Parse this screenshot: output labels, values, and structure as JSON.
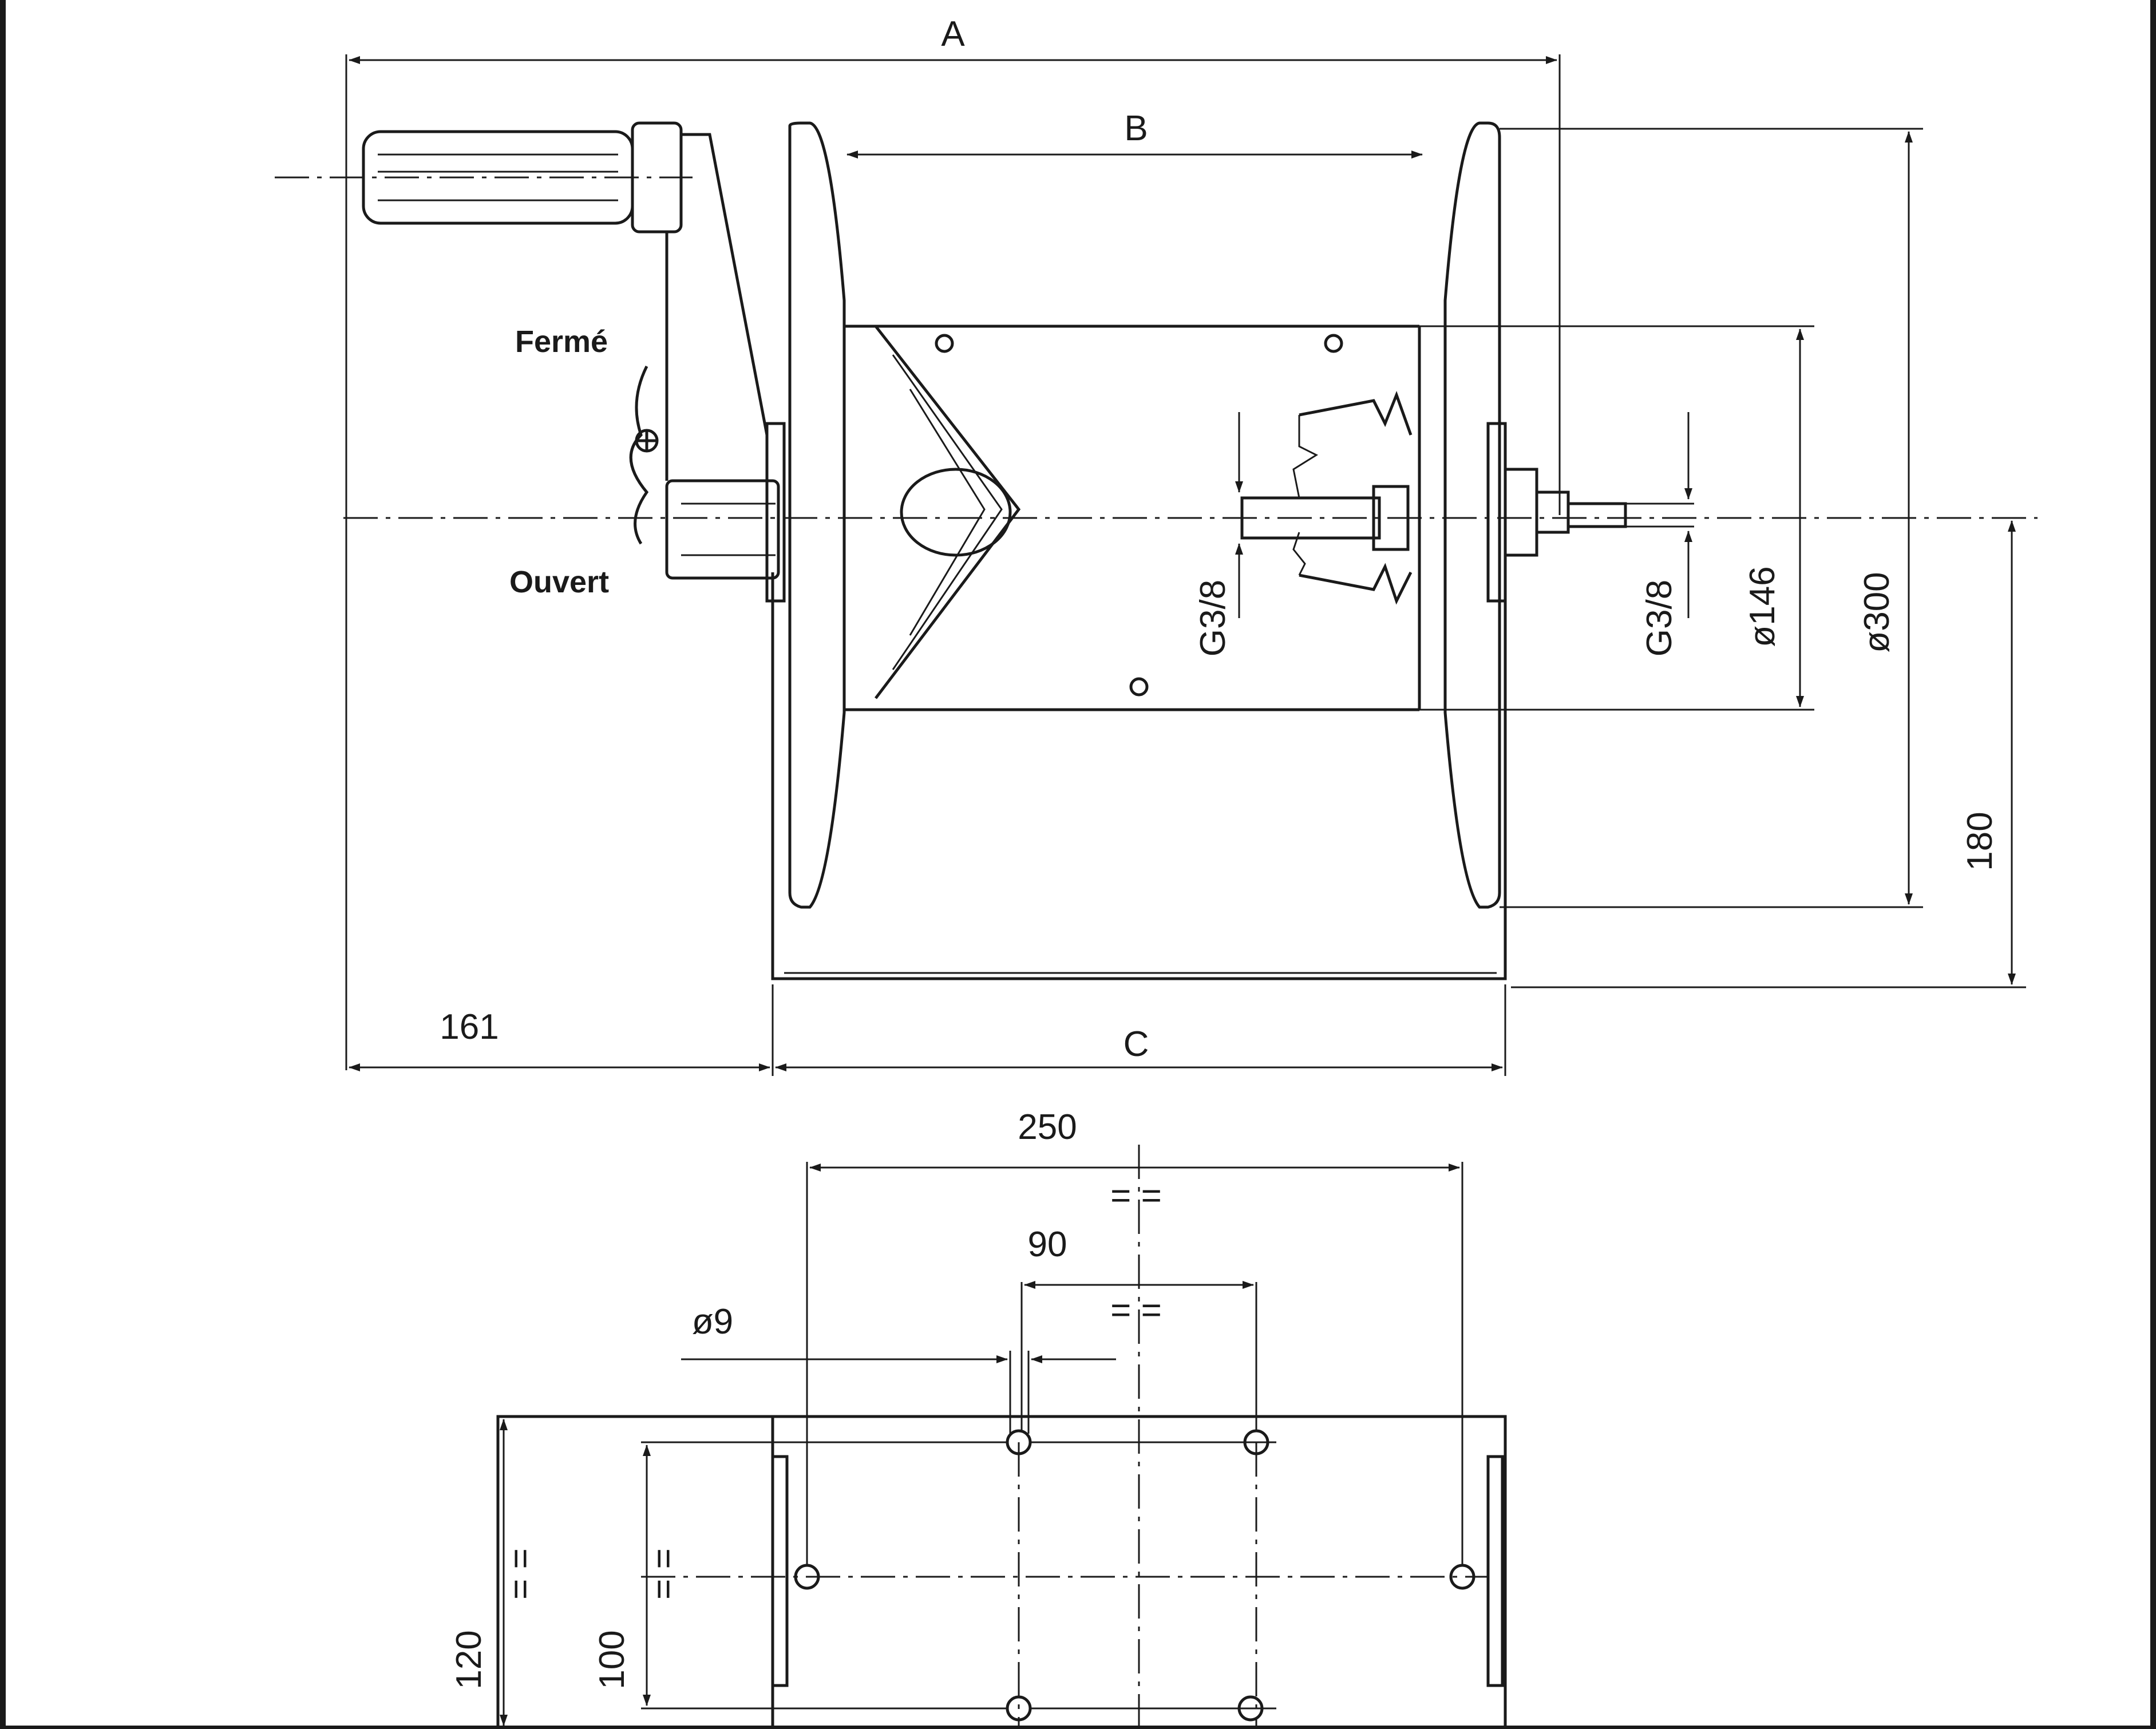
{
  "dimensions": {
    "a": "A",
    "b": "B",
    "c": "C",
    "left_161": "161",
    "dia_300": "ø300",
    "dia_146": "ø146",
    "height_180": "180",
    "thread_left": "G3/8",
    "thread_right": "G3/8",
    "base_250": "250",
    "base_90": "90",
    "hole_dia_9": "ø9",
    "base_120": "120",
    "base_100": "100",
    "equal": "= ="
  },
  "labels": {
    "ferme": "Fermé",
    "ouvert": "Ouvert"
  },
  "colors": {
    "line": "#1a1a1a",
    "background": "#ffffff"
  }
}
